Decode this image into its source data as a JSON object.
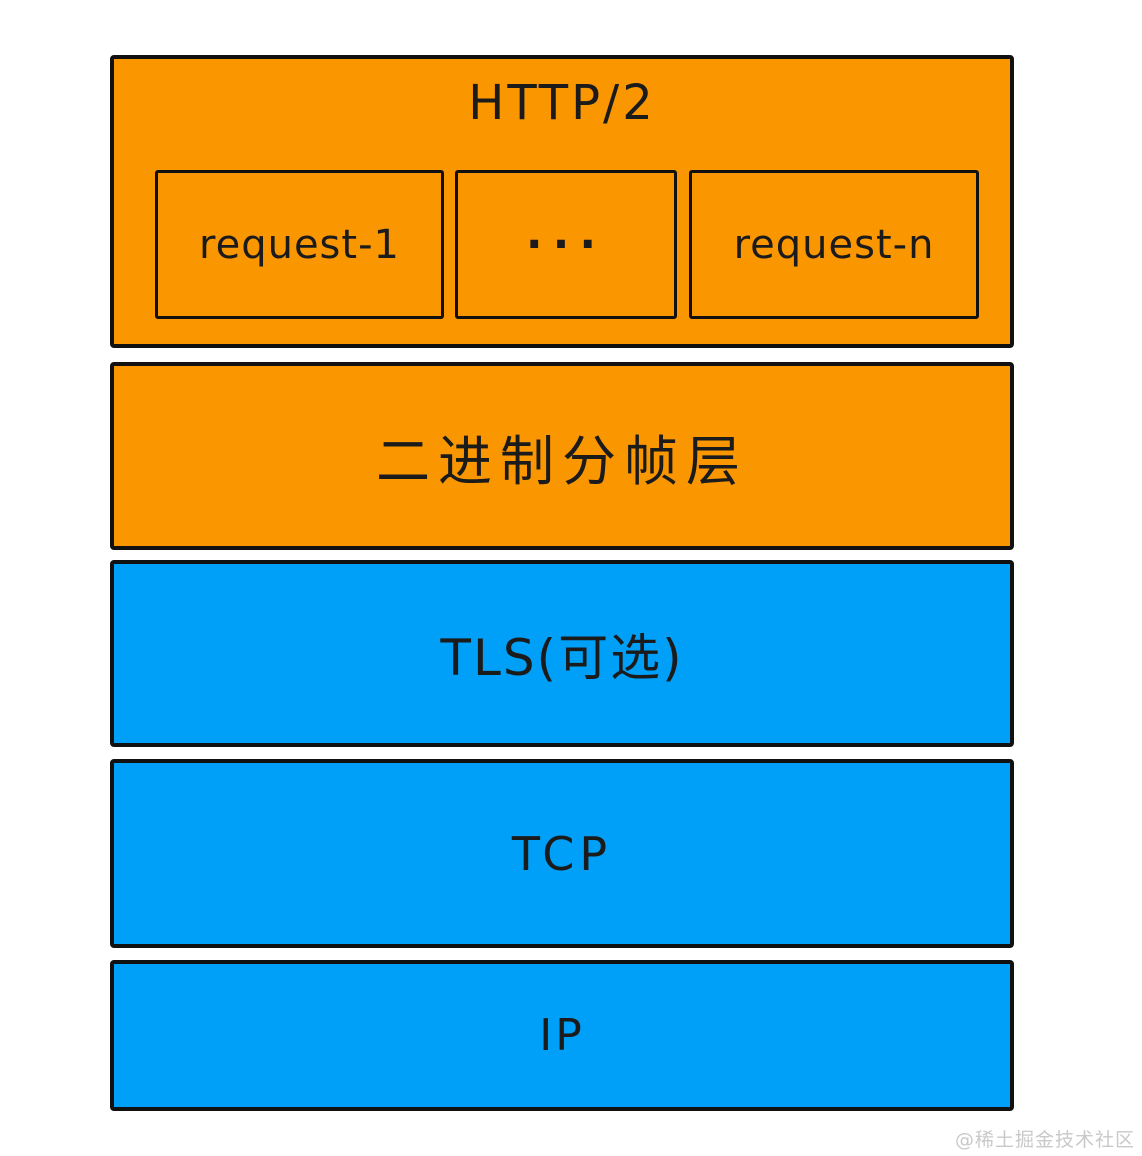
{
  "diagram": {
    "title_layer": {
      "label": "HTTP/2",
      "requests": {
        "request_1": "request-1",
        "dots": "···",
        "request_n": "request-n"
      }
    },
    "layers": {
      "binary_framing": "二进制分帧层",
      "tls": "TLS(可选)",
      "tcp": "TCP",
      "ip": "IP"
    },
    "watermark": "@稀土掘金技术社区",
    "colors": {
      "orange": "#FA9600",
      "blue": "#00A0F8",
      "border": "#111111",
      "text": "#1b1b1b",
      "watermark": "#c9c9c9"
    }
  }
}
